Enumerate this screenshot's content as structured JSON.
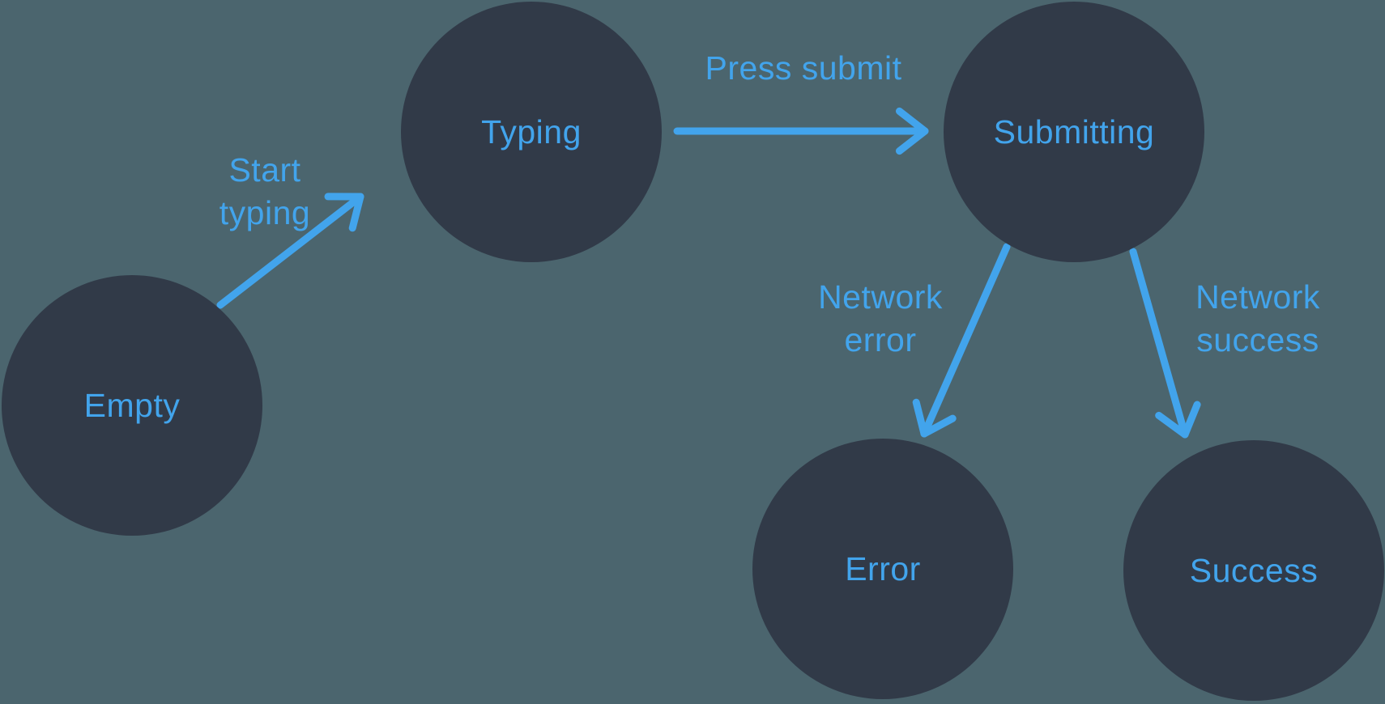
{
  "diagram": {
    "type": "state-machine",
    "colors": {
      "background": "#4B656E",
      "node_fill": "#313A48",
      "accent_blue": "#42A4EC"
    },
    "nodes": [
      {
        "id": "empty",
        "label": "Empty"
      },
      {
        "id": "typing",
        "label": "Typing"
      },
      {
        "id": "submitting",
        "label": "Submitting"
      },
      {
        "id": "error",
        "label": "Error"
      },
      {
        "id": "success",
        "label": "Success"
      }
    ],
    "edges": [
      {
        "id": "start-typing",
        "from": "empty",
        "to": "typing",
        "label_lines": [
          "Start",
          "typing"
        ]
      },
      {
        "id": "press-submit",
        "from": "typing",
        "to": "submitting",
        "label_lines": [
          "Press submit"
        ]
      },
      {
        "id": "network-error",
        "from": "submitting",
        "to": "error",
        "label_lines": [
          "Network",
          "error"
        ]
      },
      {
        "id": "network-success",
        "from": "submitting",
        "to": "success",
        "label_lines": [
          "Network",
          "success"
        ]
      }
    ]
  }
}
